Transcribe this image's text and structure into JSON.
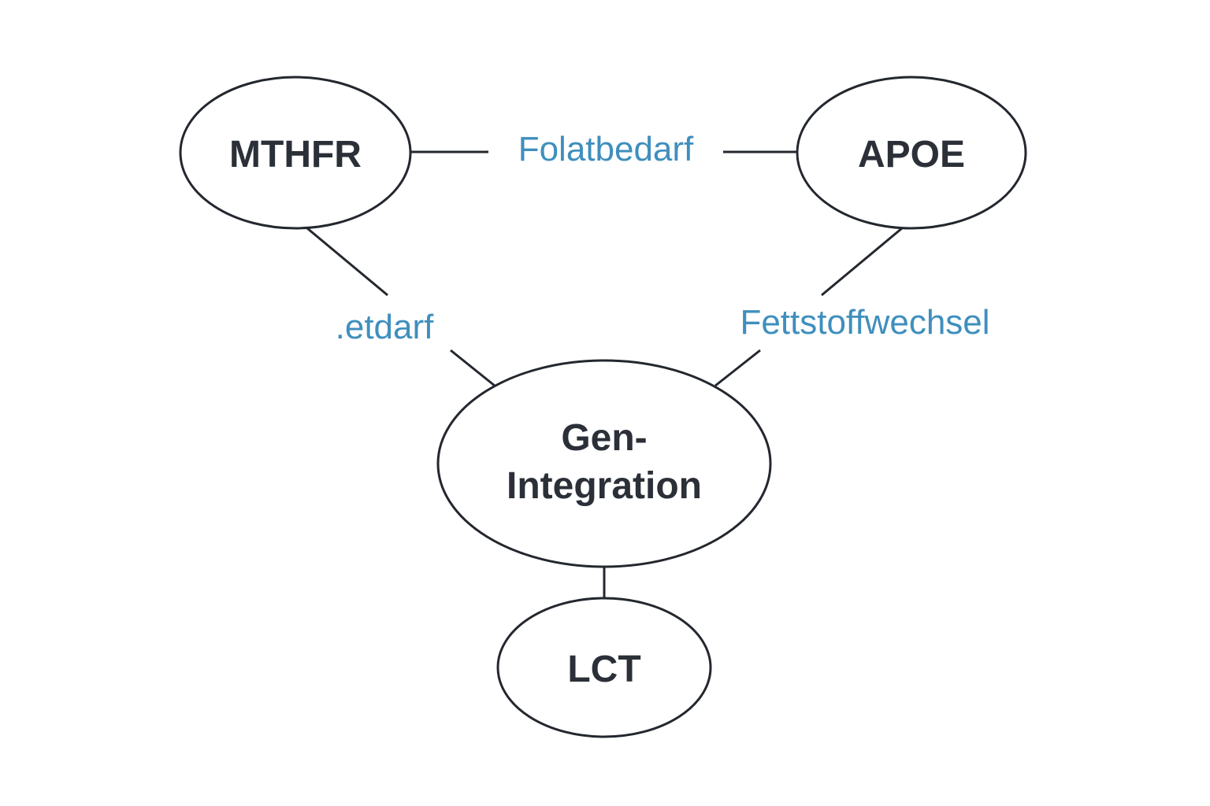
{
  "diagram": {
    "colors": {
      "node_text": "#2b3038",
      "edge_text": "#3f8fbd",
      "stroke": "#23272e"
    },
    "nodes": {
      "mthfr": {
        "label": "MTHFR"
      },
      "apoe": {
        "label": "APOE"
      },
      "gen_integration": {
        "line1": "Gen-",
        "line2": "Integration"
      },
      "lct": {
        "label": "LCT"
      }
    },
    "edges": {
      "mthfr_apoe": {
        "label": "Folatbedarf"
      },
      "mthfr_gen": {
        "label": ".etdarf"
      },
      "apoe_gen": {
        "label": "Fettstoffwechsel"
      }
    }
  }
}
